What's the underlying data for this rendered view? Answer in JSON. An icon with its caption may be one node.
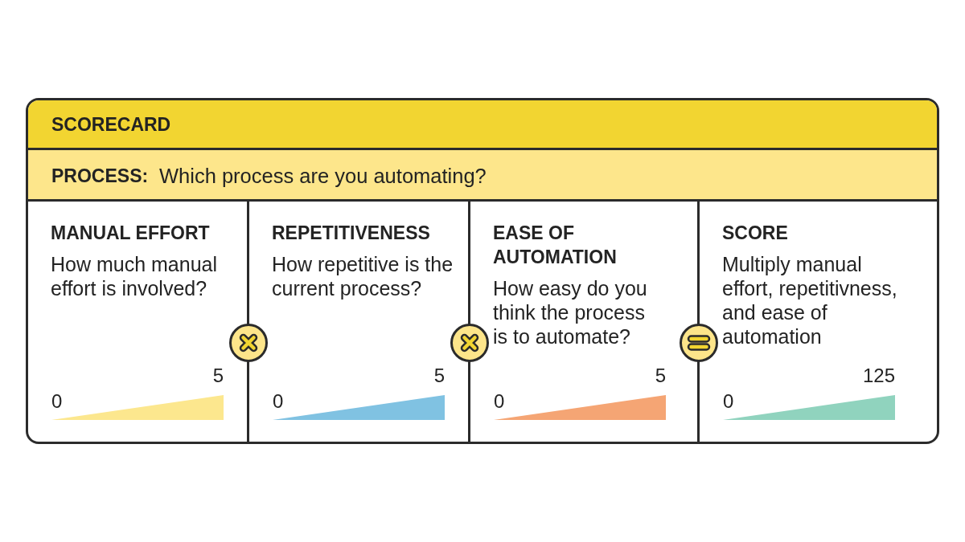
{
  "diagram": {
    "nodes": [
      {
        "text": [
          "SCORECARD"
        ]
      },
      {
        "text": [
          "PROCESS:",
          "Which process are you automating?"
        ],
        "in": 0
      },
      {
        "text": [
          "MANUAL EFFORT",
          "How much manual effort is involved?",
          "0",
          "5"
        ],
        "in": 0
      },
      {
        "text": [
          "REPETITIVENESS",
          "How repetitive is the current process?",
          "0",
          "5"
        ],
        "in": 0
      },
      {
        "text": [
          "EASE OF AUTOMATION",
          "How easy do you think the process is to automate?",
          "0",
          "5"
        ],
        "in": 0
      },
      {
        "text": [
          "SCORE",
          "Multiply manual effort, repetitivness, and ease of automation",
          "0",
          "125"
        ],
        "in": 0
      }
    ]
  }
}
